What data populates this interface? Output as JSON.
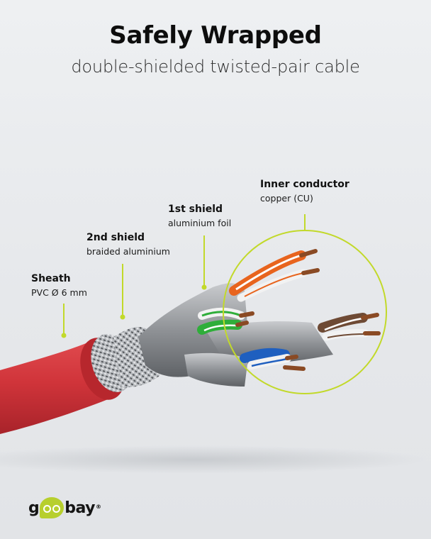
{
  "header": {
    "title": "Safely Wrapped",
    "subtitle": "double-shielded twisted-pair cable"
  },
  "callouts": [
    {
      "id": "inner-conductor",
      "name": "Inner conductor",
      "desc": "copper (CU)"
    },
    {
      "id": "first-shield",
      "name": "1st shield",
      "desc": "aluminium foil"
    },
    {
      "id": "second-shield",
      "name": "2nd shield",
      "desc": "braided aluminium"
    },
    {
      "id": "sheath",
      "name": "Sheath",
      "desc": "PVC Ø 6 mm"
    }
  ],
  "brand": {
    "logo_prefix": "g",
    "logo_suffix": "bay",
    "registered": "®",
    "accent_color": "#b7cf2d"
  },
  "colors": {
    "callout_line": "#c2d92a",
    "sheath_red": "#cf2f35",
    "pair_orange": "#e8641e",
    "pair_green": "#2fae3a",
    "pair_blue": "#1f5fbf",
    "pair_brown": "#6e4a34",
    "copper": "#8a4a24",
    "foil": "#9a9da1"
  }
}
